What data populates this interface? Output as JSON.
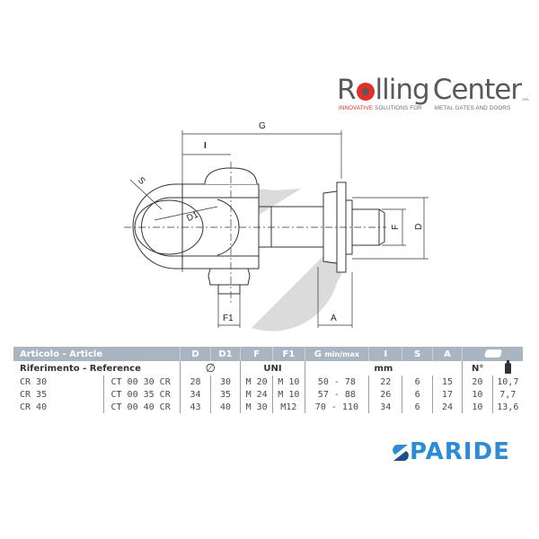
{
  "brand": {
    "name_part1": "R",
    "name_part2": "lling",
    "name_part3": "Center",
    "spa": "SPA",
    "tagline_highlight": "INNOVATIVE",
    "tagline_rest": " SOLUTIONS FOR",
    "tagline_right": "METAL GATES AND DOORS",
    "accent_color": "#e03027"
  },
  "drawing": {
    "labels": {
      "G": "G",
      "I": "I",
      "S": "S",
      "D1": "D1",
      "F": "F",
      "D": "D",
      "F1": "F1",
      "A": "A"
    }
  },
  "table": {
    "header": {
      "article": "Articolo - Article",
      "D": "D",
      "D1": "D1",
      "F": "F",
      "F1": "F1",
      "G": "G",
      "G_sub": "min/max",
      "I": "I",
      "S": "S",
      "A": "A",
      "pack_icon": "box-icon"
    },
    "subheader": {
      "reference": "Riferimento - Reference",
      "diameter_symbol": "∅",
      "uni": "UNI",
      "mm": "mm",
      "qty": "N°",
      "weight_icon": "bottle-icon"
    },
    "rows": [
      {
        "ref": "CR 30",
        "code": "CT 00 30 CR",
        "D": "28",
        "D1": "30",
        "F": "M 20",
        "F1": "M 10",
        "G": "50 - 78",
        "I": "22",
        "S": "6",
        "A": "15",
        "qty": "20",
        "weight": "10,7"
      },
      {
        "ref": "CR 35",
        "code": "CT 00 35 CR",
        "D": "34",
        "D1": "35",
        "F": "M 24",
        "F1": "M 10",
        "G": "57 - 88",
        "I": "26",
        "S": "6",
        "A": "17",
        "qty": "10",
        "weight": "7,7"
      },
      {
        "ref": "CR 40",
        "code": "CT 00 40 CR",
        "D": "43",
        "D1": "40",
        "F": "M 30",
        "F1": "M12",
        "G": "70 - 110",
        "I": "34",
        "S": "6",
        "A": "24",
        "qty": "10",
        "weight": "13,6"
      }
    ],
    "header_color": "#a9b6c1"
  },
  "retailer": {
    "name": "PARIDE",
    "color": "#2e8bd6"
  }
}
